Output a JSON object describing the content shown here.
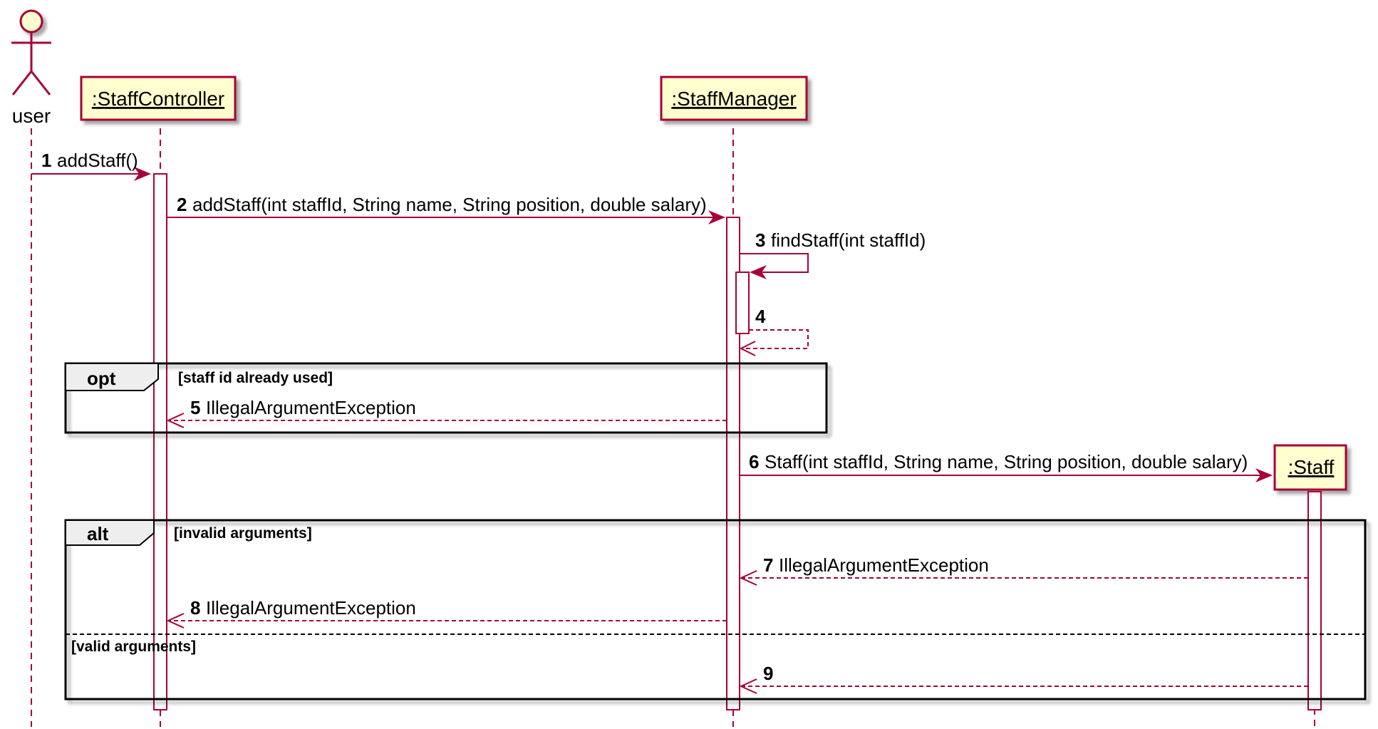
{
  "actor": {
    "name": "user"
  },
  "participants": {
    "controller": ":StaffController",
    "manager": ":StaffManager",
    "staff": ":Staff"
  },
  "messages": {
    "m1": {
      "number": "1",
      "text": "addStaff()"
    },
    "m2": {
      "number": "2",
      "text": "addStaff(int staffId, String name, String position, double salary)"
    },
    "m3": {
      "number": "3",
      "text": "findStaff(int staffId)"
    },
    "m4": {
      "number": "4",
      "text": ""
    },
    "m5": {
      "number": "5",
      "text": "IllegalArgumentException"
    },
    "m6": {
      "number": "6",
      "text": "Staff(int staffId, String name, String position, double salary)"
    },
    "m7": {
      "number": "7",
      "text": "IllegalArgumentException"
    },
    "m8": {
      "number": "8",
      "text": "IllegalArgumentException"
    },
    "m9": {
      "number": "9",
      "text": ""
    }
  },
  "fragments": {
    "opt": {
      "kind": "opt",
      "guard": "[staff id already used]"
    },
    "alt": {
      "kind": "alt",
      "guard": "[invalid arguments]",
      "else_guard": "[valid arguments]"
    }
  },
  "colors": {
    "line": "#a80036",
    "box_fill": "#fefece",
    "frame": "#000000",
    "shadow": "#c8c8c8"
  }
}
